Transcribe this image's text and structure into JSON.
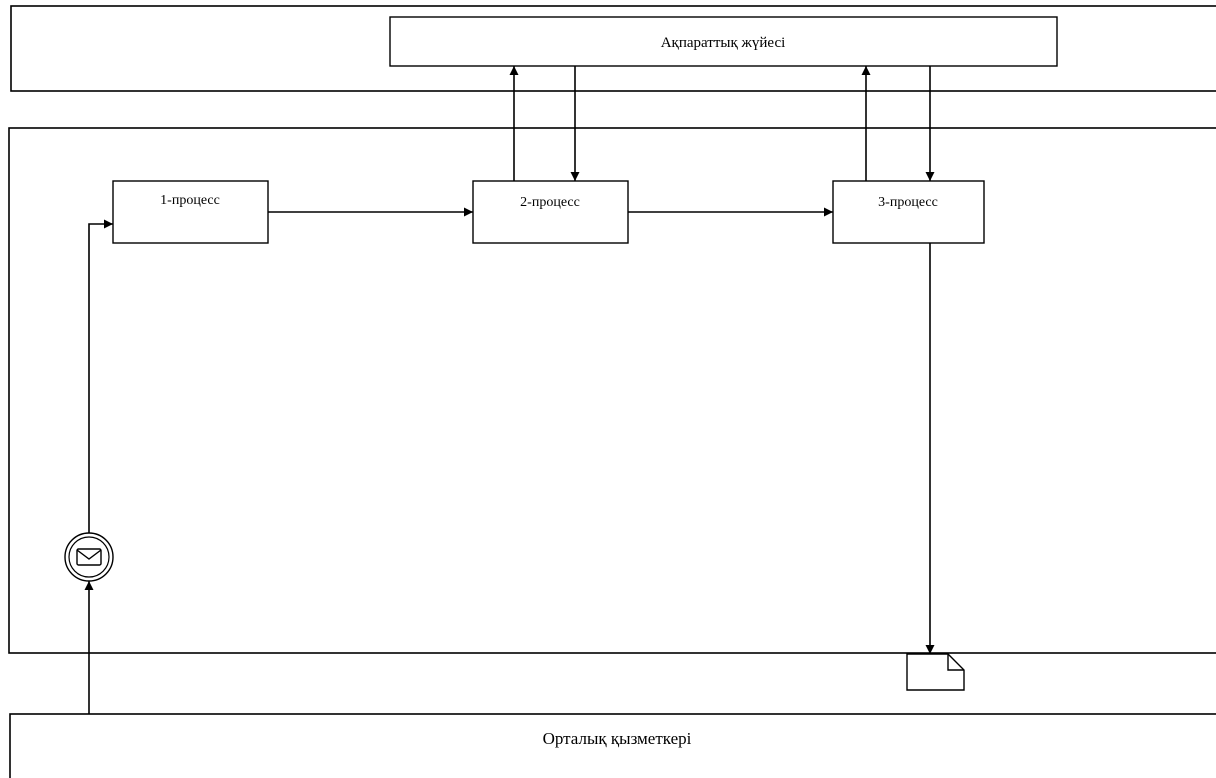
{
  "lanes": {
    "info_system": "Ақпараттық жүйесі",
    "employee": "Орталық қызметкері"
  },
  "processes": [
    "1-процесс",
    "2-процесс",
    "3-процесс"
  ],
  "icons": {
    "start_event": "envelope-icon",
    "output": "document-icon"
  }
}
